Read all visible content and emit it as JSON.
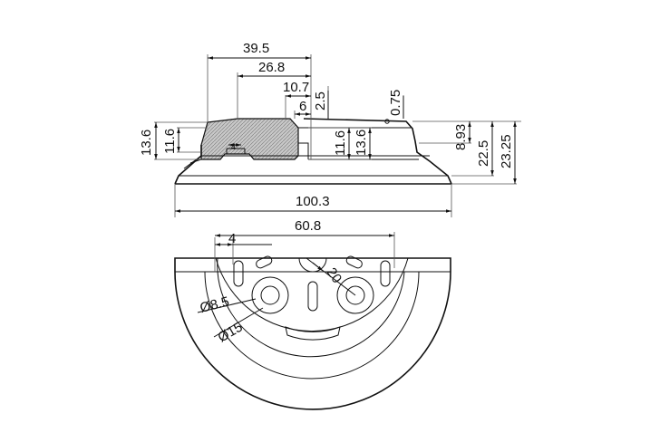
{
  "dimensions": {
    "d_39_5": "39.5",
    "d_26_8": "26.8",
    "d_10_7": "10.7",
    "d_2_5": "2.5",
    "d_6": "6",
    "d_0_75": "0.75",
    "d_13_6_left": "13.6",
    "d_11_6_left": "11.6",
    "d_11_6_mid": "11.6",
    "d_13_6_mid": "13.6",
    "d_8_93": "8.93",
    "d_22_5": "22.5",
    "d_23_25": "23.25",
    "d_4_top": "4",
    "d_100_3": "100.3",
    "d_60_8": "60.8",
    "d_4_bottom": "4",
    "d_20": "20",
    "d_phi_8_5": "Ø8.5",
    "d_phi_15": "Ø15"
  },
  "colors": {
    "line": "#111111",
    "hatch_fill": "#c8c8c8"
  }
}
